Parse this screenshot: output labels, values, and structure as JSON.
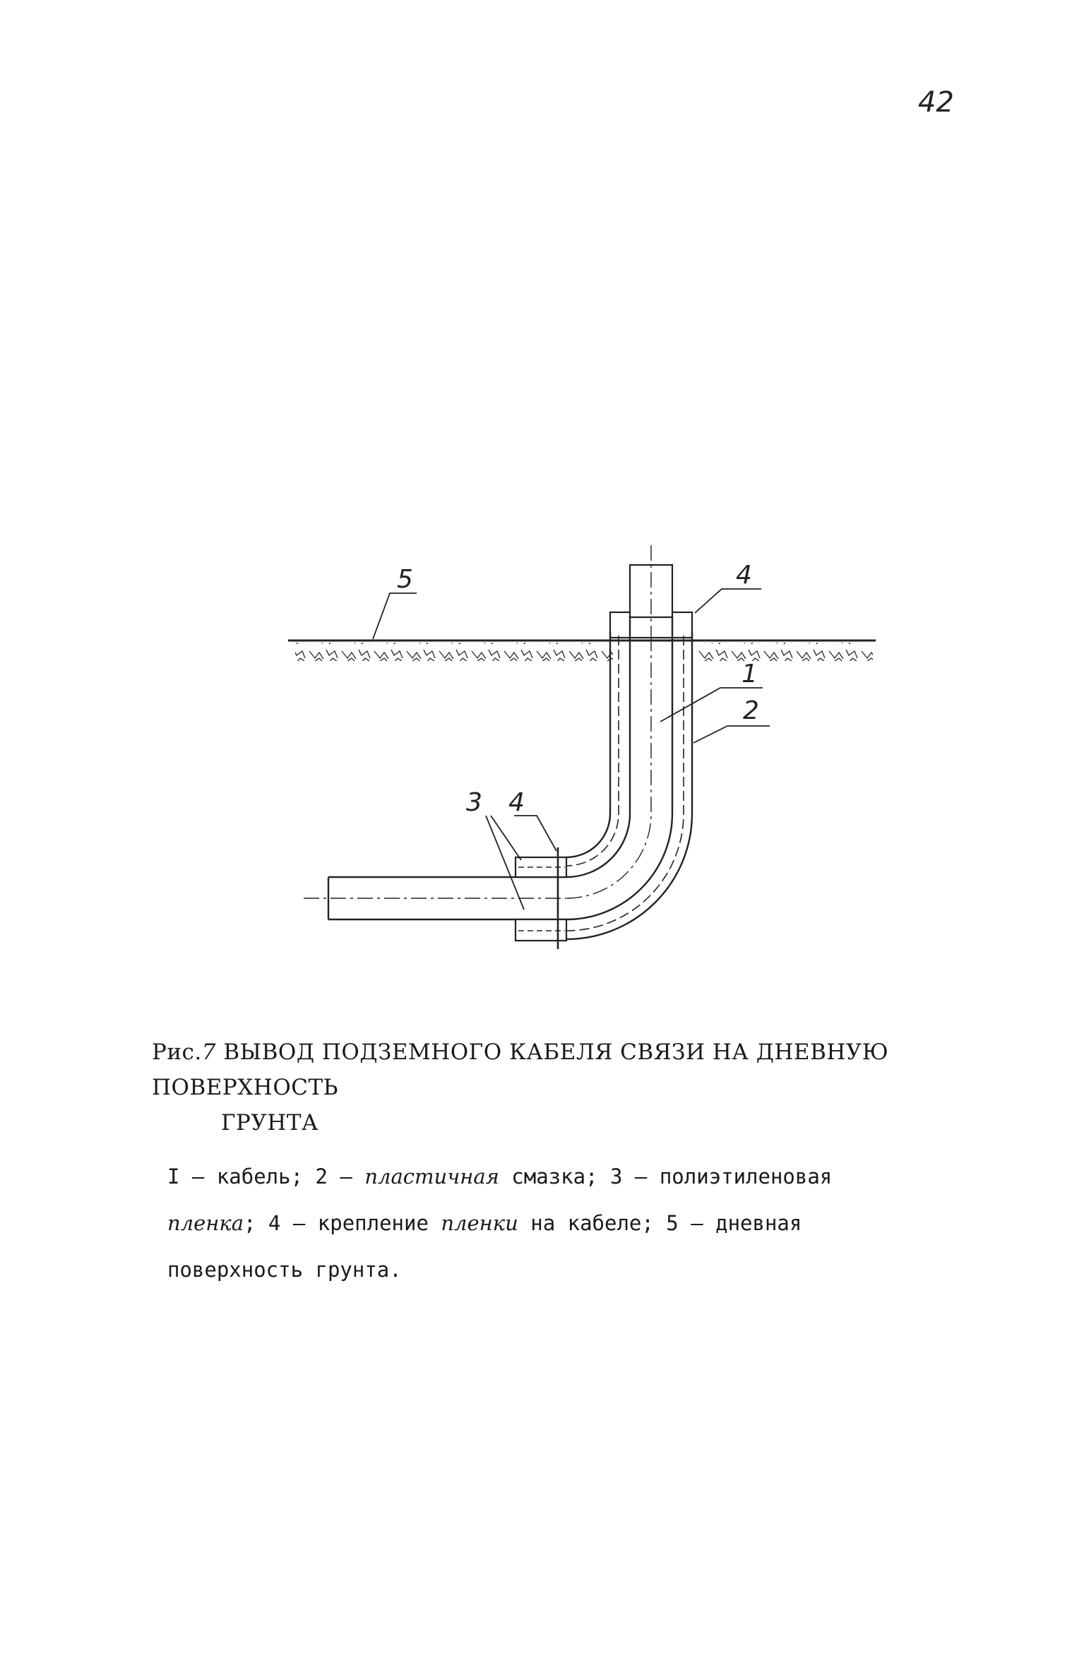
{
  "page": {
    "number": "42"
  },
  "figure": {
    "callouts": {
      "c1": "1",
      "c2": "2",
      "c3": "3",
      "c4_top": "4",
      "c4_bottom": "4",
      "c5": "5"
    }
  },
  "caption": {
    "prefix": "Рис.",
    "number": "7",
    "title_line1": "ВЫВОД ПОДЗЕМНОГО КАБЕЛЯ СВЯЗИ НА ДНЕВНУЮ ПОВЕРХНОСТЬ",
    "title_line2": "ГРУНТА"
  },
  "legend": {
    "line1_a": "I – кабель; 2 – ",
    "line1_hand": "пластичная",
    "line1_b": " смазка; 3 – полиэтиленовая",
    "line2_hand1": "пленка",
    "line2_a": "; 4 – крепление ",
    "line2_hand2": "пленки",
    "line2_b": " на кабеле; 5 – дневная",
    "line3": "поверхность грунта."
  }
}
